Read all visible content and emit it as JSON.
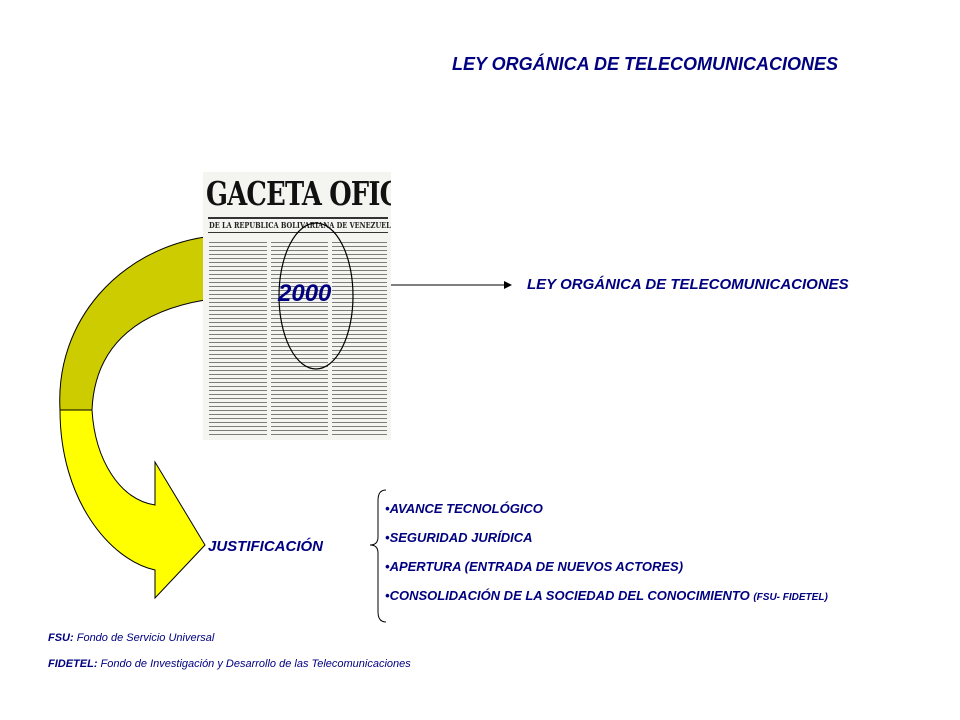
{
  "title": "LEY ORGÁNICA  DE TELECOMUNICACIONES",
  "gazette": {
    "masthead": "GACETA OFICIAL",
    "subtitle": "DE LA REPUBLICA BOLIVARIANA DE VENEZUELA"
  },
  "year": "2000",
  "law_label": "LEY ORGÁNICA DE TELECOMUNICACIONES",
  "justification_label": "JUSTIFICACIÓN",
  "justification_items": [
    {
      "text": "AVANCE TECNOLÓGICO",
      "suffix": ""
    },
    {
      "text": "SEGURIDAD JURÍDICA",
      "suffix": ""
    },
    {
      "text": "APERTURA (ENTRADA DE NUEVOS ACTORES)",
      "suffix": ""
    },
    {
      "text": "CONSOLIDACIÓN DE LA SOCIEDAD DEL CONOCIMIENTO ",
      "suffix": "(FSU- FIDETEL)"
    }
  ],
  "notes": [
    {
      "abbr": "FSU:",
      "definition": " Fondo de Servicio Universal"
    },
    {
      "abbr": "FIDETEL:",
      "definition": " Fondo de Investigación y Desarrollo  de las Telecomunicaciones"
    }
  ],
  "colors": {
    "text": "#000080",
    "arrow_top": "#cccc00",
    "arrow_bottom": "#ffff00"
  }
}
